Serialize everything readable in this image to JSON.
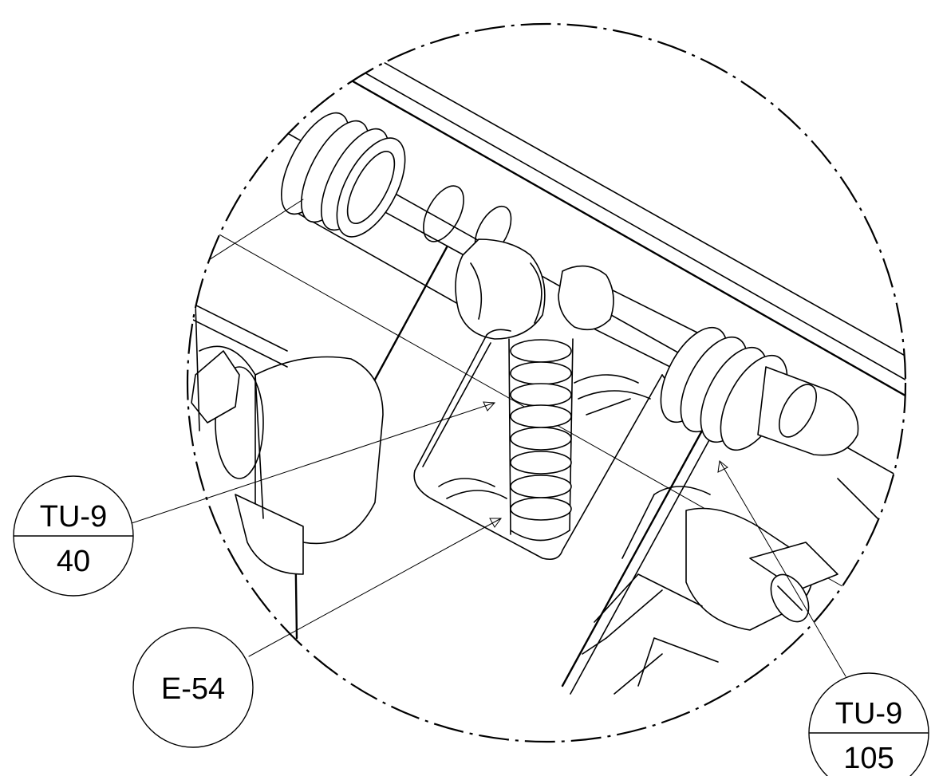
{
  "callouts": [
    {
      "id": "tu9-40",
      "top": "TU-9",
      "bottom": "40"
    },
    {
      "id": "e54",
      "label": "E-54"
    },
    {
      "id": "tu9-105",
      "top": "TU-9",
      "bottom": "105"
    }
  ]
}
